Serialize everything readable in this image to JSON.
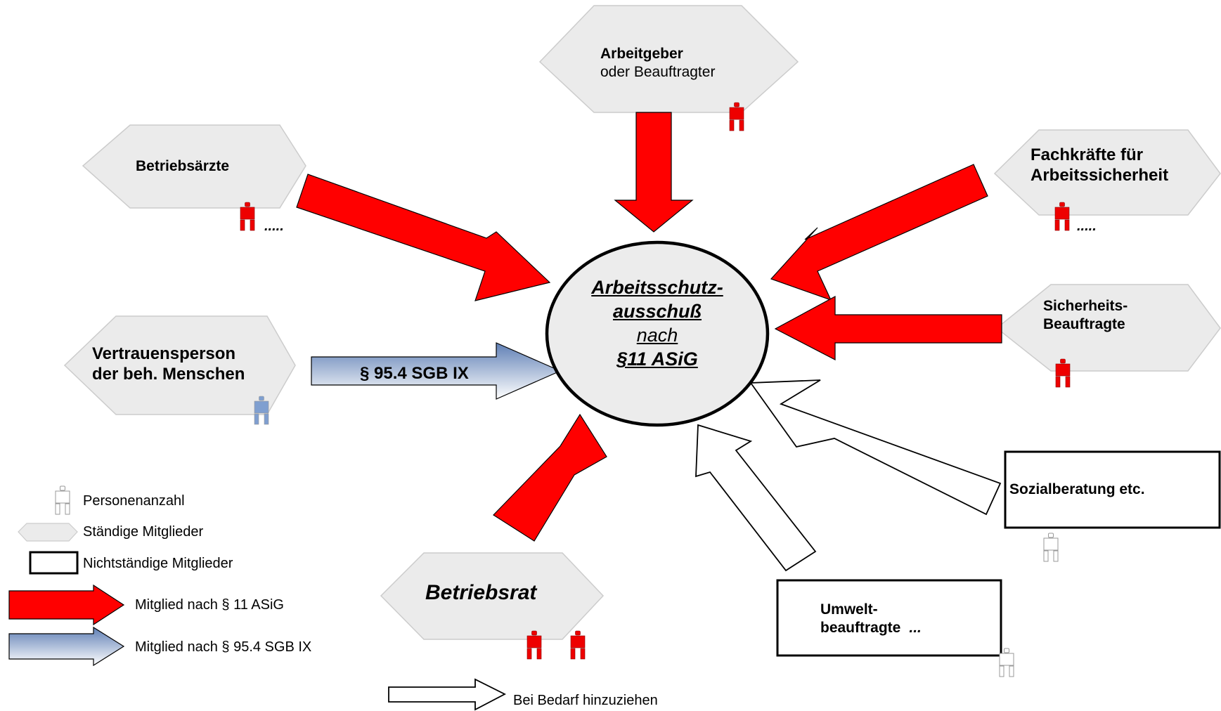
{
  "nodes": {
    "center": {
      "line1": "Arbeitsschutz-",
      "line2": "ausschuß",
      "line3": "nach",
      "line4": "§11 ASiG"
    },
    "arbeitgeber": {
      "line1": "Arbeitgeber",
      "line2": "oder Beauftragter"
    },
    "betriebsaerzte": {
      "label": "Betriebsärzte",
      "suffix": "....."
    },
    "fachkraefte": {
      "line1": "Fachkräfte für",
      "line2": "Arbeitssicherheit",
      "suffix": "....."
    },
    "sicherheitsbeauftragte": {
      "line1": "Sicherheits-",
      "line2": "Beauftragte"
    },
    "vertrauensperson": {
      "line1": "Vertrauensperson",
      "line2": "der beh. Menschen"
    },
    "betriebsrat": {
      "label": "Betriebsrat"
    },
    "sozialberatung": {
      "label": "Sozialberatung etc."
    },
    "umweltbeauftragte": {
      "line1": "Umwelt-",
      "line2": "beauftragte",
      "suffix": "..."
    }
  },
  "arrows": {
    "sgb_label": "§ 95.4 SGB IX"
  },
  "legend": {
    "personen": "Personenanzahl",
    "staendig": "Ständige Mitglieder",
    "nichtstaendig": "Nichtständige Mitglieder",
    "asig": "Mitglied nach § 11 ASiG",
    "sgb": "Mitglied nach § 95.4 SGB IX",
    "bedarf": "Bei Bedarf hinzuziehen"
  },
  "colors": {
    "red_arrow": "#ff0000",
    "blue_gradient_start": "#5f7fb5",
    "blue_gradient_end": "#ffffff",
    "hexagon_fill": "#ebebeb",
    "hexagon_stroke": "#cccccc",
    "center_fill": "#ececec",
    "person_red": "#ee0000",
    "person_blue": "#7f9fd0"
  }
}
